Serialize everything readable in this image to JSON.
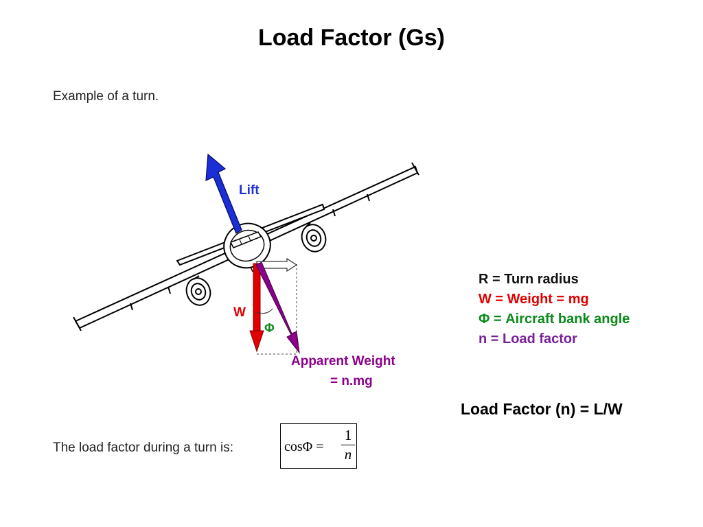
{
  "title": "Load Factor (Gs)",
  "intro_text": "Example of a turn.",
  "diagram": {
    "lift_label": "Lift",
    "weight_label": "W",
    "phi_label": "Φ",
    "apparent_weight_label_line1": "Apparent Weight",
    "apparent_weight_label_line2": "= n.mg",
    "colors": {
      "lift": "#1c2fd6",
      "weight": "#e00000",
      "apparent": "#8b008b",
      "phi": "#0a8a1a"
    }
  },
  "legend": {
    "items": [
      {
        "text": "R = Turn radius",
        "color": "#111111"
      },
      {
        "text": "W = Weight = mg",
        "color": "#e00000"
      },
      {
        "text": "Φ = Aircraft bank angle",
        "color": "#0a8a1a"
      },
      {
        "text": "n = Load factor",
        "color": "#7a1f9a"
      }
    ]
  },
  "load_factor_formula": "Load Factor (n) = L/W",
  "turn_text": "The load factor during a turn is:",
  "equation": {
    "left": "cosΦ =",
    "numerator": "1",
    "denominator": "n"
  }
}
